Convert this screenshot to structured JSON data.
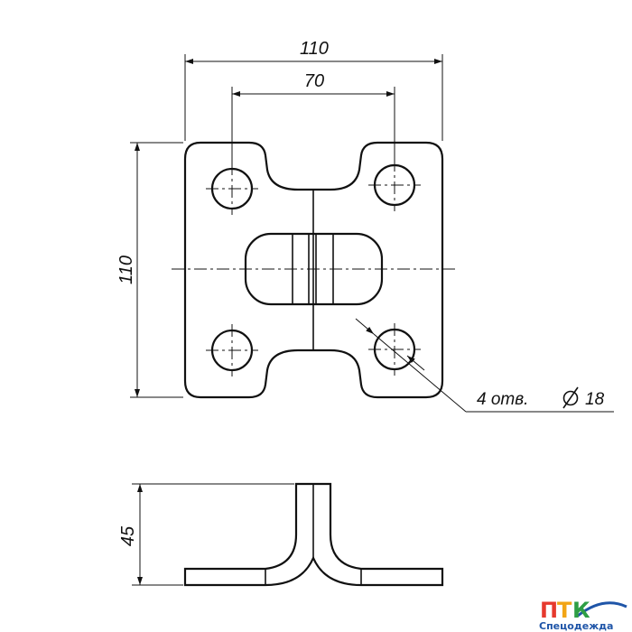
{
  "dimensions": {
    "overall_width": "110",
    "hole_spacing": "70",
    "overall_height": "110",
    "bend_height": "45"
  },
  "callout": {
    "hole_note": "4 отв.",
    "diameter_symbol": "Ø",
    "diameter_value": "18"
  },
  "logo": {
    "letters": [
      "П",
      "Т",
      "К"
    ],
    "letter_colors": [
      "#e63a2e",
      "#f2a516",
      "#2e9e44"
    ],
    "subtitle": "Спецодежда"
  },
  "colors": {
    "line": "#111111",
    "background": "#ffffff"
  }
}
